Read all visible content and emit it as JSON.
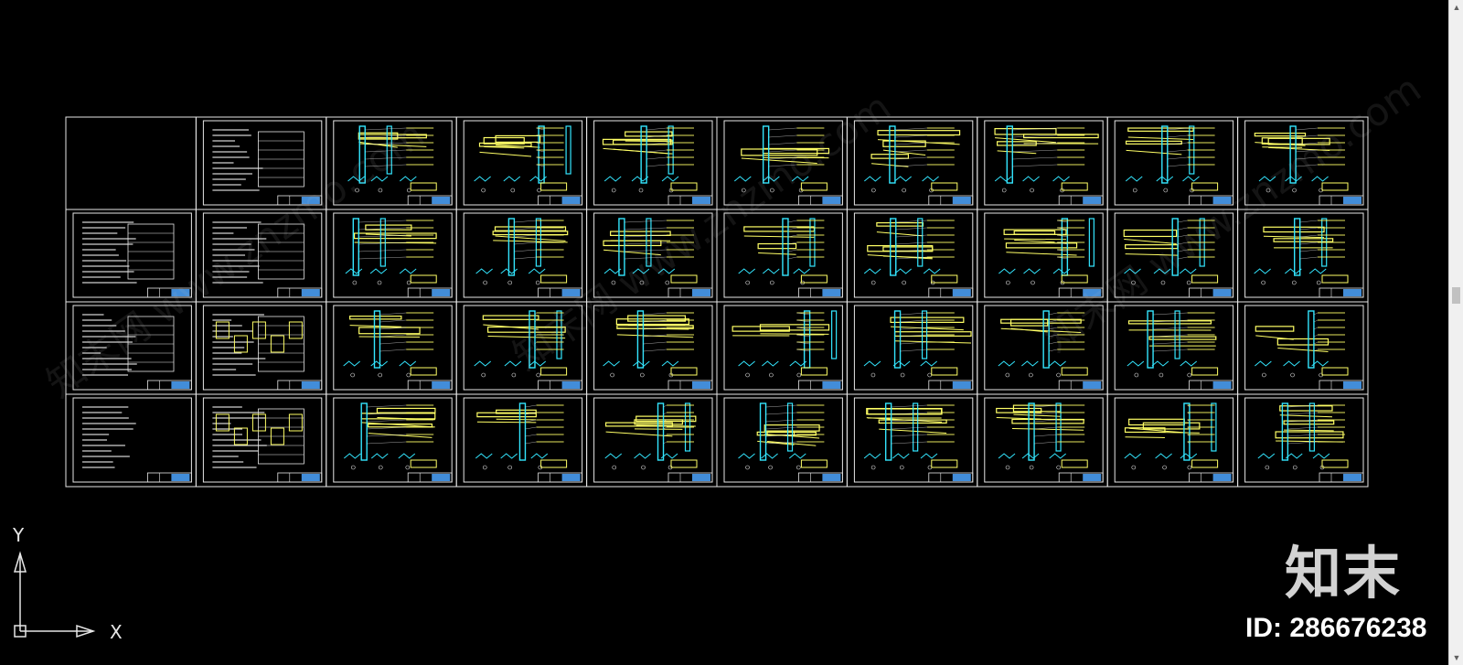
{
  "canvas": {
    "background": "#000000",
    "line_color": "#e6e6e6",
    "accent_yellow": "#ffff66",
    "accent_cyan": "#33e6ff",
    "frame_blue": "#4da6ff"
  },
  "drawing_sheets": {
    "rows": 4,
    "columns": 10,
    "first_cell_empty": true
  },
  "ucs": {
    "x_label": "X",
    "y_label": "Y"
  },
  "brand": {
    "logo_text": "知末",
    "id_text": "ID: 286676238"
  },
  "watermark": {
    "text": "知末网 www.znzmo.com"
  },
  "scrollbar": {
    "up_arrow": "▲",
    "down_arrow": "▼"
  }
}
